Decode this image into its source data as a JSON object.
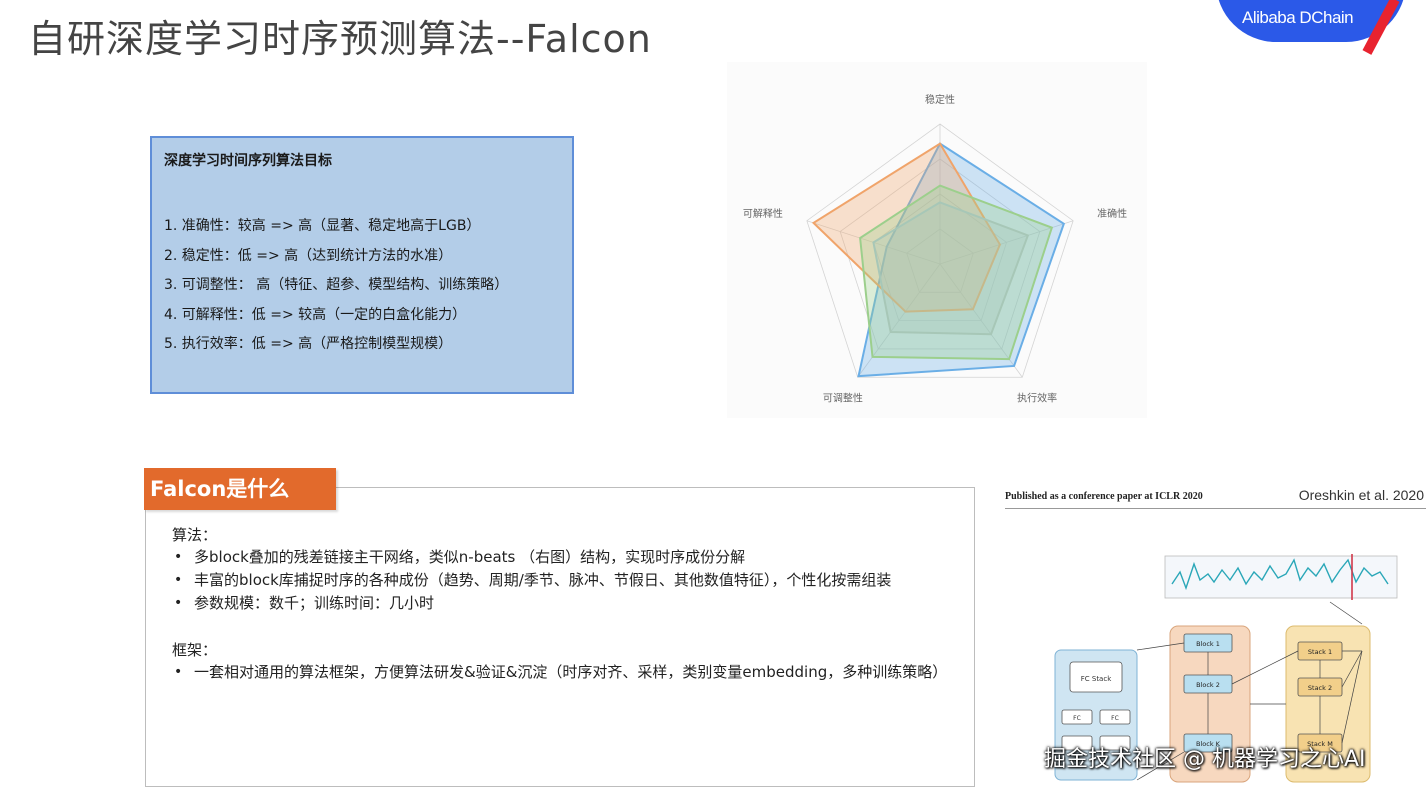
{
  "slide": {
    "title": "自研深度学习时序预测算法--Falcon",
    "logo_text": "Alibaba DChain"
  },
  "goals": {
    "heading": "深度学习时间序列算法目标",
    "items": [
      "1. 准确性：较高 => 高（显著、稳定地高于LGB）",
      "2. 稳定性：低 => 高（达到统计方法的水准）",
      "3. 可调整性： 高（特征、超参、模型结构、训练策略）",
      "4. 可解释性：低 => 较高（一定的白盒化能力）",
      "5. 执行效率：低 => 高（严格控制模型规模）"
    ]
  },
  "chart_data": {
    "type": "radar",
    "axes": [
      "稳定性",
      "准确性",
      "执行效率",
      "可调整性",
      "可解释性"
    ],
    "range": [
      0,
      1
    ],
    "series": [
      {
        "values": [
          0.86,
          0.93,
          0.9,
          0.99,
          0.4
        ],
        "color": "#6aaee6"
      },
      {
        "values": [
          0.86,
          0.45,
          0.4,
          0.42,
          0.95
        ],
        "color": "#f0a46a"
      },
      {
        "values": [
          0.56,
          0.84,
          0.84,
          0.82,
          0.6
        ],
        "color": "#9ccf8c"
      },
      {
        "values": [
          0.44,
          0.66,
          0.62,
          0.6,
          0.5
        ],
        "color": "#a7c7b7"
      }
    ],
    "colors": {
      "grid": "#d4d4d4"
    }
  },
  "falcon": {
    "tab_label": "Falcon是什么",
    "algo_label": "算法：",
    "algo_bullets": [
      "多block叠加的残差链接主干网络，类似n-beats （右图）结构，实现时序成份分解",
      "丰富的block库捕捉时序的各种成份（趋势、周期/季节、脉冲、节假日、其他数值特征），个性化按需组装",
      "参数规模：数千；训练时间：几小时"
    ],
    "framework_label": "框架：",
    "framework_bullets": [
      "一套相对通用的算法框架，方便算法研发&验证&沉淀（时序对齐、采样，类别变量embedding，多种训练策略）"
    ]
  },
  "paper": {
    "header_left": "Published as a conference paper at ICLR 2020",
    "header_right": "Oreshkin et al. 2020",
    "block_labels": [
      "Block 1",
      "Block 2",
      "Block K",
      "Stack 1",
      "Stack 2",
      "Stack M",
      "FC Stack",
      "FC",
      "FC"
    ]
  },
  "watermark": "掘金技术社区 @ 机器学习之心AI"
}
